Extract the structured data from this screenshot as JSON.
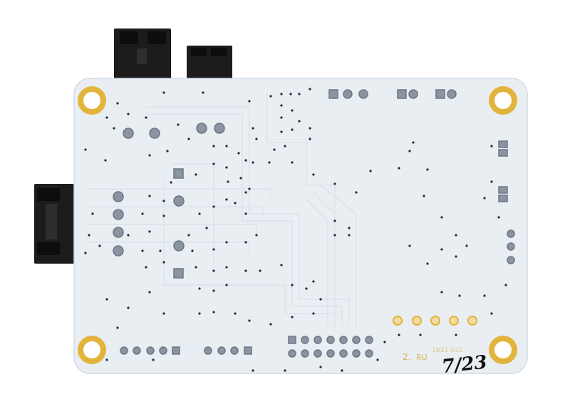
{
  "board": {
    "color": "#e9eef3",
    "trace_color": "#dbe2e9",
    "pad_color": "#e3b43b",
    "pin_color": "#7f8a96",
    "connector_color": "#1c1c1c",
    "via_color": "#1f2a3a"
  },
  "silkscreen": {
    "revision_text": "2.",
    "cert_mark": "RU",
    "faint_code": "1B21-012"
  },
  "handwriting": {
    "date": "7/23"
  }
}
